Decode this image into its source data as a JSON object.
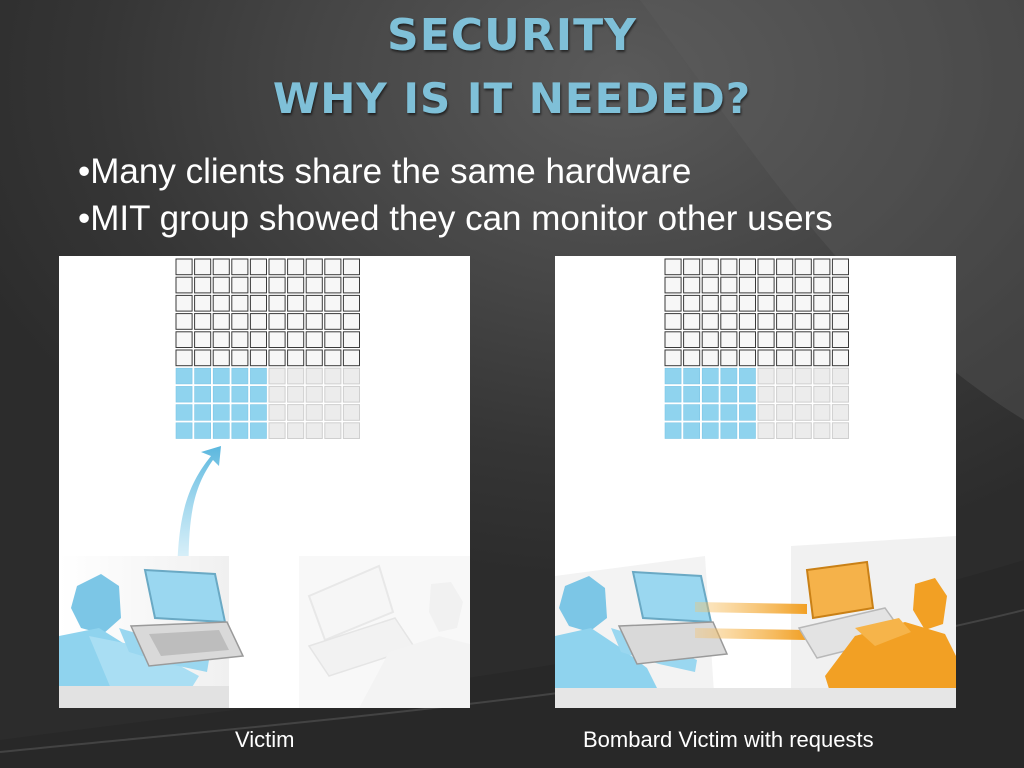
{
  "slide": {
    "title_line1": "SECURITY",
    "title_line2": "WHY IS IT NEEDED?",
    "bullets": [
      "•Many clients share the same hardware",
      "•MIT group showed they can monitor other users"
    ],
    "figures": [
      {
        "caption": "Victim"
      },
      {
        "caption": "Bombard Victim with requests"
      }
    ]
  },
  "colors": {
    "title": "#7fc0d8",
    "victim": "#8fd3ee",
    "attacker": "#f2a024",
    "text": "#ffffff"
  }
}
